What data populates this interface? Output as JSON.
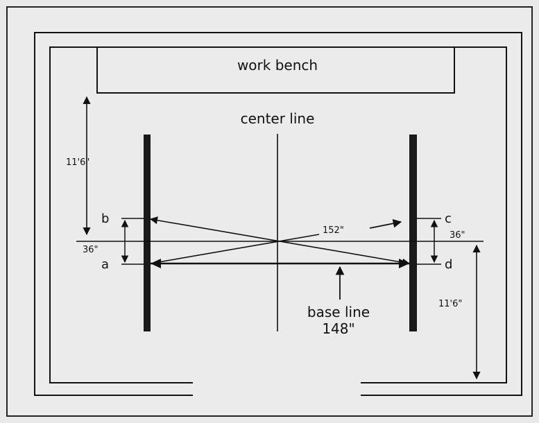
{
  "diagram": {
    "bench_label": "work bench",
    "center_line_label": "center line",
    "base_line_label": "base line",
    "base_line_value": "148\"",
    "diagonal_value": "152\"",
    "left_distance": "11'6\"",
    "right_distance": "11'6\"",
    "left_offset": "36\"",
    "right_offset": "36\"",
    "points": {
      "a": "a",
      "b": "b",
      "c": "c",
      "d": "d"
    }
  },
  "colors": {
    "background": "#e9e9e9",
    "ink": "#111111"
  }
}
